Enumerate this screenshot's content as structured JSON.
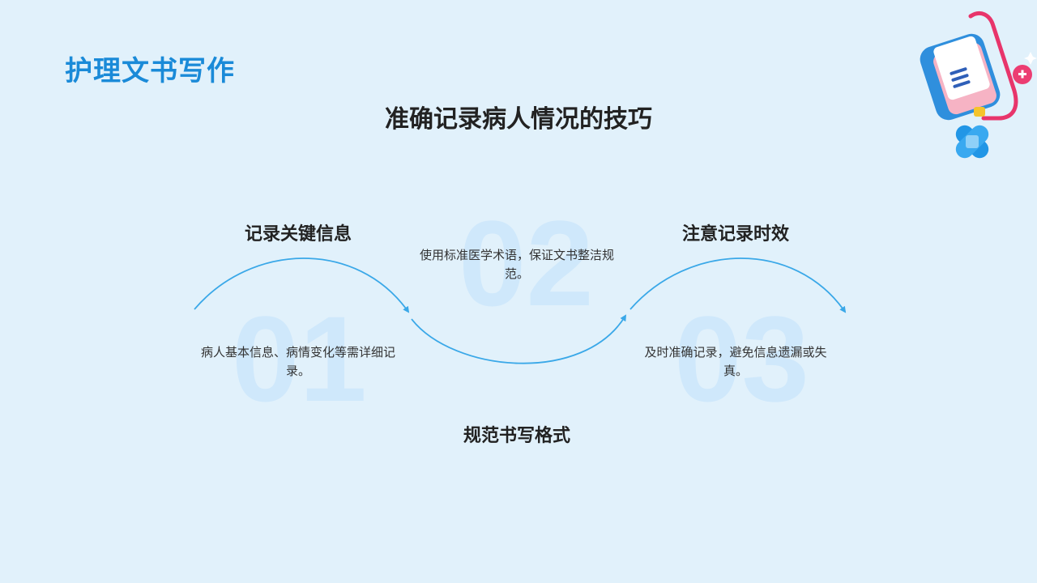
{
  "header": {
    "title": "护理文书写作",
    "subtitle": "准确记录病人情况的技巧"
  },
  "steps": [
    {
      "number": "01",
      "heading": "记录关键信息",
      "description": "病人基本信息、病情变化等需详细记录。"
    },
    {
      "number": "02",
      "heading": "规范书写格式",
      "description": "使用标准医学术语，保证文书整洁规范。"
    },
    {
      "number": "03",
      "heading": "注意记录时效",
      "description": "及时准确记录，避免信息遗漏或失真。"
    }
  ],
  "colors": {
    "title": "#1a8ad8",
    "wave": "#3aa8e8",
    "background": "#e1f1fb"
  },
  "illustration": {
    "icons": [
      "iv-bag-icon",
      "bandage-icon"
    ]
  }
}
